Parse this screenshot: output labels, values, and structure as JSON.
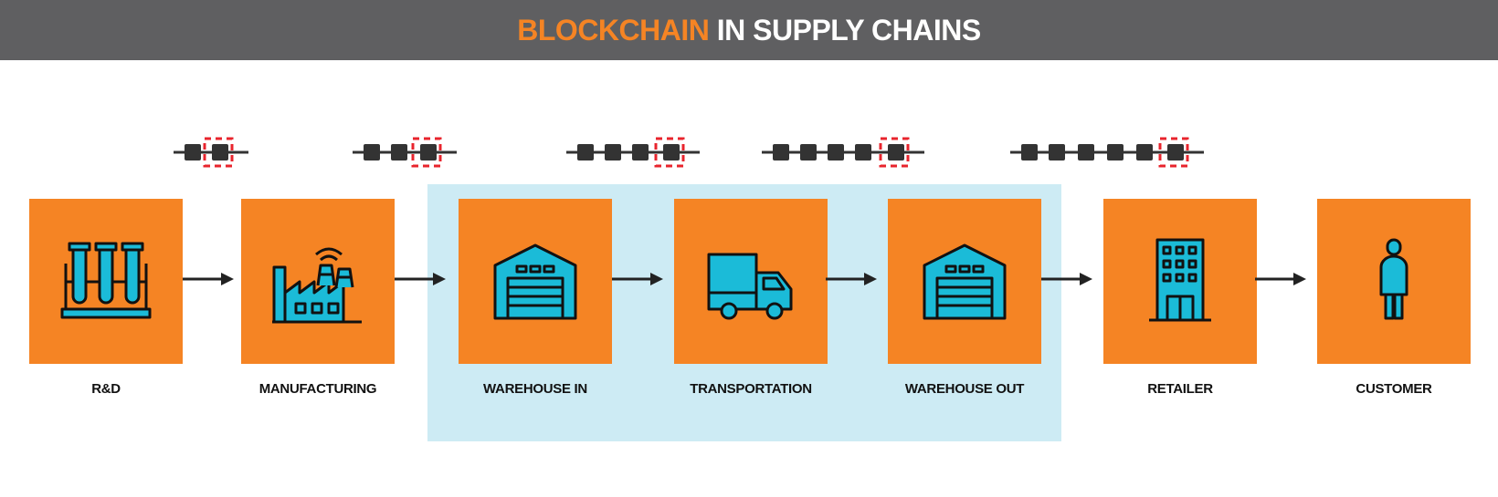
{
  "title": {
    "accent": "BLOCKCHAIN",
    "rest": " IN SUPPLY CHAINS"
  },
  "colors": {
    "header_bg": "#5f5f61",
    "accent": "#f58424",
    "stage_bg": "#f58424",
    "icon_fill": "#1bbbd8",
    "highlight_bg": "#cdebf4",
    "block": "#333333",
    "new_block_outline": "#e8242d"
  },
  "stages": [
    {
      "label": "R&D",
      "icon": "test-tubes-icon",
      "chain_blocks": 2
    },
    {
      "label": "MANUFACTURING",
      "icon": "factory-icon",
      "chain_blocks": 3
    },
    {
      "label": "WAREHOUSE IN",
      "icon": "warehouse-icon",
      "chain_blocks": 4
    },
    {
      "label": "TRANSPORTATION",
      "icon": "truck-icon",
      "chain_blocks": 5
    },
    {
      "label": "WAREHOUSE OUT",
      "icon": "warehouse-icon",
      "chain_blocks": 6
    },
    {
      "label": "RETAILER",
      "icon": "building-icon"
    },
    {
      "label": "CUSTOMER",
      "icon": "person-icon"
    }
  ],
  "highlighted_stages": [
    "WAREHOUSE IN",
    "TRANSPORTATION",
    "WAREHOUSE OUT"
  ]
}
